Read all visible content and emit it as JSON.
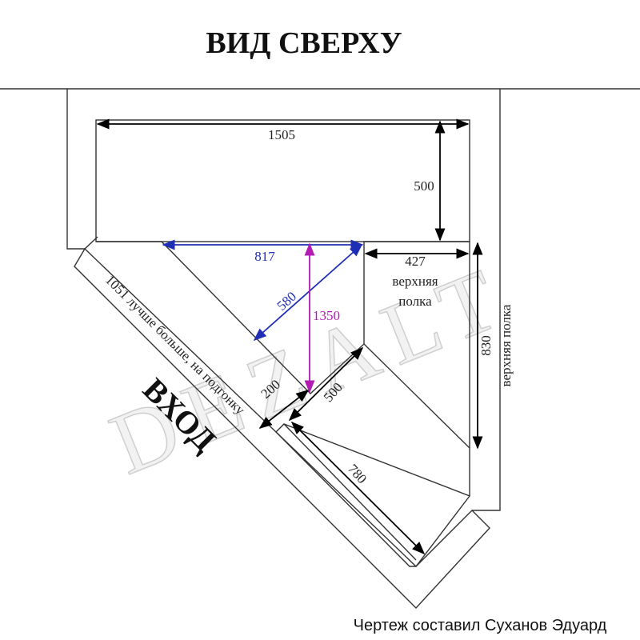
{
  "title": "ВИД СВЕРХУ",
  "watermark": "DEZALT",
  "dimensions": {
    "top_width": "1505",
    "top_depth": "500",
    "shelf_width": "817",
    "diagonal": "580",
    "height_magenta": "1350",
    "upper_shelf_width": "427",
    "right_depth": "830",
    "inner_step": "200",
    "lower_depth": "500",
    "lower_length": "780"
  },
  "labels": {
    "upper_shelf_line1": "верхняя",
    "upper_shelf_line2": "полка",
    "upper_shelf_vertical": "верхняя полка",
    "door_note": "1051 лучше больше, на подгонку",
    "entry": "ВХОД"
  },
  "author": "Чертеж составил Суханов Эдуард",
  "colors": {
    "blue": "#1f2fb5",
    "magenta": "#b31ab3",
    "black": "#000000"
  }
}
